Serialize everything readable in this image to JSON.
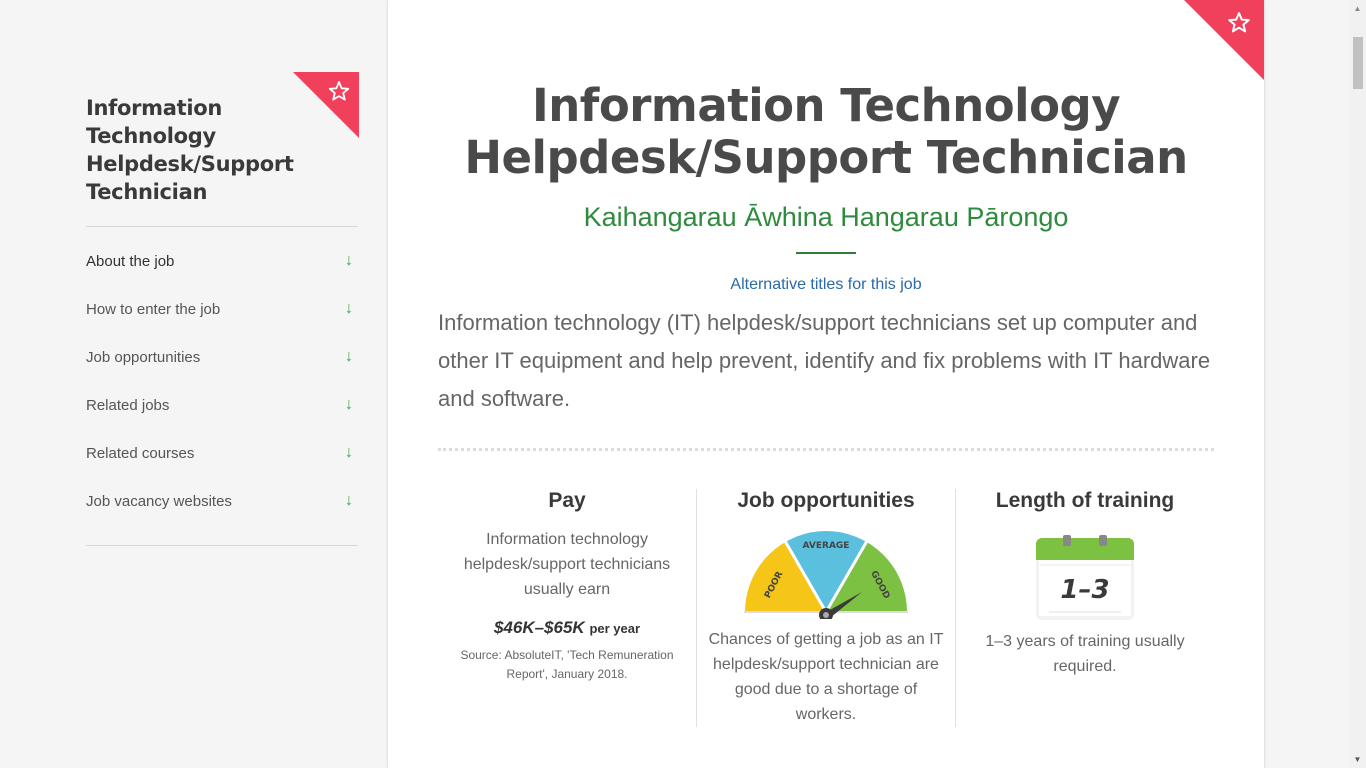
{
  "sidebar": {
    "title": "Information Technology Helpdesk/Support Technician",
    "nav": [
      {
        "label": "About the job"
      },
      {
        "label": "How to enter the job"
      },
      {
        "label": "Job opportunities"
      },
      {
        "label": "Related jobs"
      },
      {
        "label": "Related courses"
      },
      {
        "label": "Job vacancy websites"
      }
    ],
    "arrow_icon": "arrow-down-icon"
  },
  "main": {
    "title_line1": "Information Technology",
    "title_line2": "Helpdesk/Support Technician",
    "maori_title": "Kaihangarau Āwhina Hangarau Pārongo",
    "alt_titles_link": "Alternative titles for this job",
    "summary": "Information technology (IT) helpdesk/support technicians set up computer and other IT equipment and help prevent, identify and fix problems with IT hardware and software.",
    "pay": {
      "heading": "Pay",
      "description": "Information technology helpdesk/support technicians usually earn",
      "amount": "$46K–$65K",
      "per": "per year",
      "source": "Source: AbsoluteIT, 'Tech Remuneration Report', January 2018."
    },
    "opportunities": {
      "heading": "Job opportunities",
      "gauge_labels": {
        "poor": "POOR",
        "average": "AVERAGE",
        "good": "GOOD"
      },
      "gauge_level": "good",
      "description": "Chances of getting a job as an IT helpdesk/support technician are good due to a shortage of workers."
    },
    "training": {
      "heading": "Length of training",
      "years": "1–3",
      "description": "1–3 years of training usually required."
    }
  },
  "colors": {
    "accent_red": "#f0405c",
    "green": "#2e8b3e",
    "link_blue": "#2a6aa8",
    "gauge_poor": "#f5c518",
    "gauge_average": "#5bc0de",
    "gauge_good": "#7cc142"
  }
}
